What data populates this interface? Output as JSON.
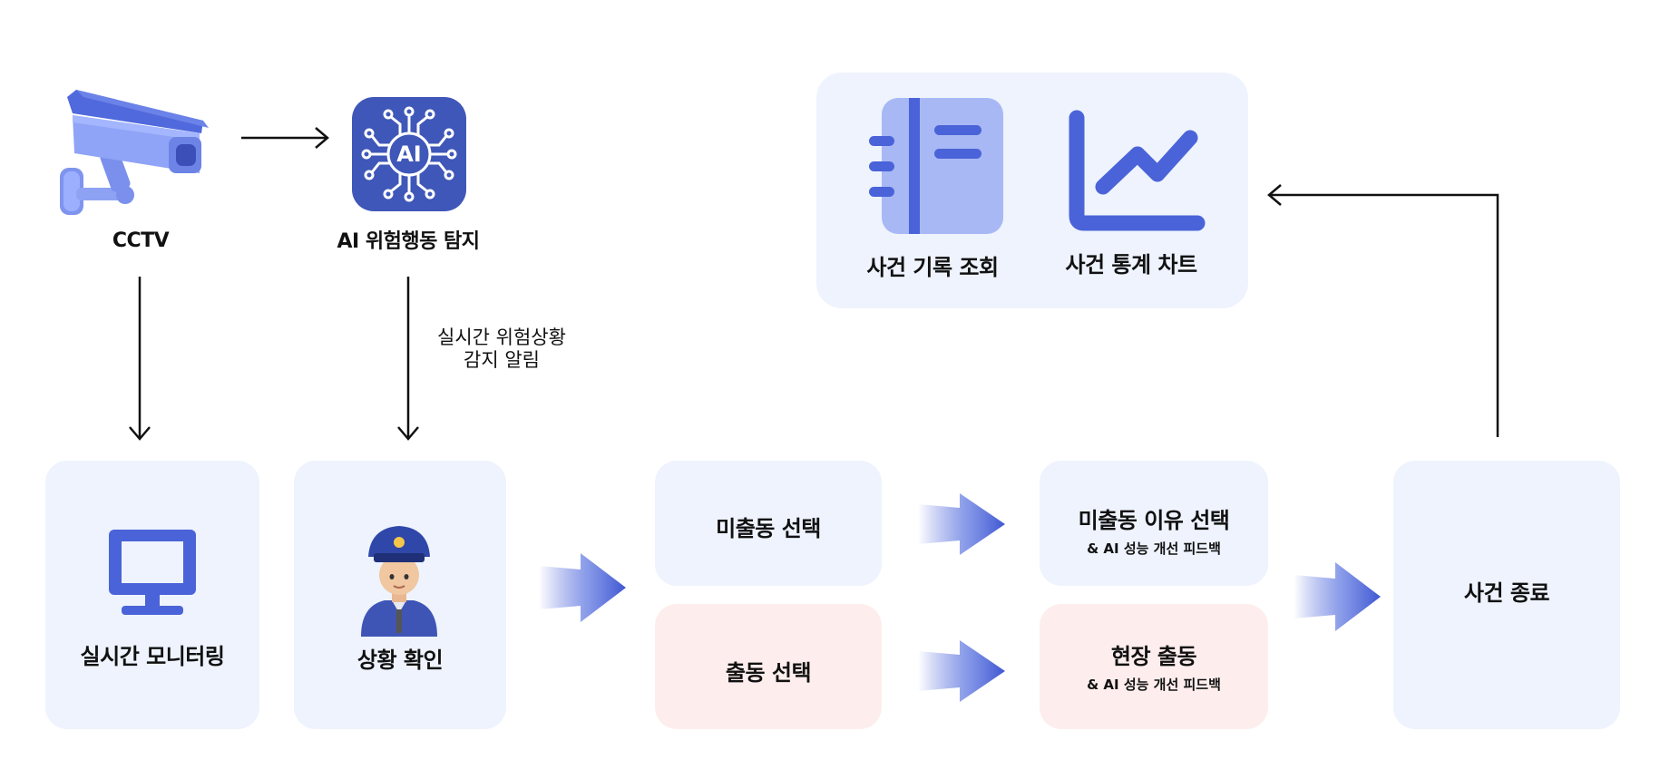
{
  "nodes": {
    "cctv": {
      "label": "CCTV"
    },
    "ai_detection": {
      "label": "AI 위험행동 탐지",
      "icon_text": "AI"
    },
    "realtime_monitoring": {
      "label": "실시간 모니터링"
    },
    "situation_check": {
      "label": "상황 확인"
    },
    "no_dispatch": {
      "label": "미출동 선택"
    },
    "dispatch": {
      "label": "출동 선택"
    },
    "no_dispatch_reason": {
      "label": "미출동 이유 선택",
      "sublabel": "& AI 성능 개선 피드백"
    },
    "field_dispatch": {
      "label": "현장 출동",
      "sublabel": "& AI 성능 개선 피드백"
    },
    "case_closed": {
      "label": "사건 종료"
    },
    "case_records": {
      "label": "사건 기록 조회"
    },
    "case_stats_chart": {
      "label": "사건 통계 차트"
    }
  },
  "edges": {
    "ai_to_check_label_line1": "실시간 위험상황",
    "ai_to_check_label_line2": "감지 알림"
  },
  "colors": {
    "card_blue": "#eef3fd",
    "card_pink": "#fdeeed",
    "accent": "#4a63d8",
    "icon_light": "#a8b8f5",
    "ai_tile": "#3f57b8"
  },
  "icons": {
    "cctv": "cctv-camera-icon",
    "ai": "ai-chip-icon",
    "monitor": "monitor-icon",
    "officer": "police-officer-icon",
    "notebook": "notebook-icon",
    "chart": "line-chart-icon",
    "flow_arrow": "gradient-arrow-icon"
  }
}
